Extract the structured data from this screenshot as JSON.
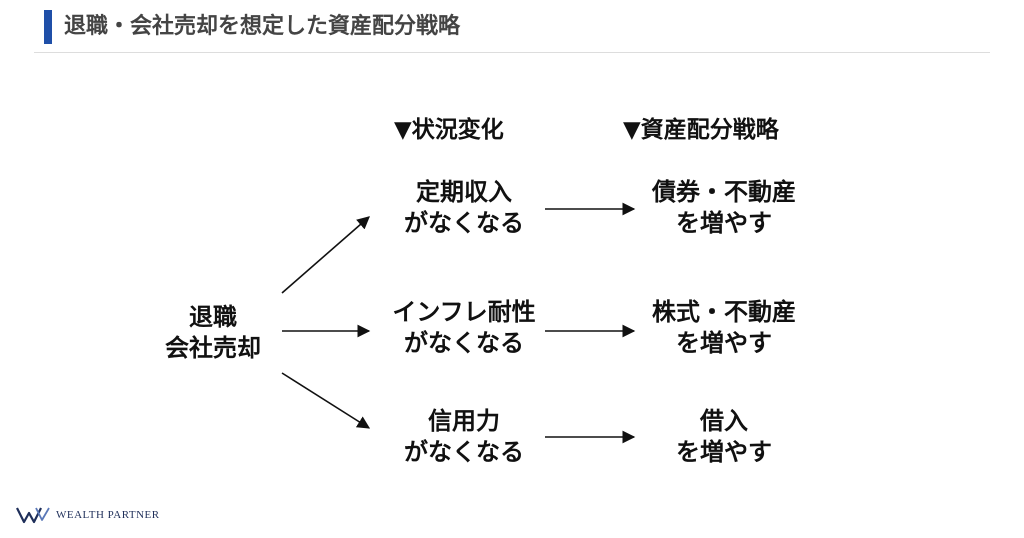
{
  "header": {
    "title": "退職・会社売却を想定した資産配分戦略"
  },
  "columns": {
    "situation_heading": "▼状況変化",
    "strategy_heading": "▼資産配分戦略"
  },
  "source": {
    "line1": "退職",
    "line2": "会社売却"
  },
  "situations": [
    {
      "line1": "定期収入",
      "line2": "がなくなる"
    },
    {
      "line1": "インフレ耐性",
      "line2": "がなくなる"
    },
    {
      "line1": "信用力",
      "line2": "がなくなる"
    }
  ],
  "strategies": [
    {
      "line1": "債券・不動産",
      "line2": "を増やす"
    },
    {
      "line1": "株式・不動産",
      "line2": "を増やす"
    },
    {
      "line1": "借入",
      "line2": "を増やす"
    }
  ],
  "brand": {
    "name": "WEALTH PARTNER",
    "icon": "wp-logo-icon",
    "accent_color": "#1f4fa8"
  }
}
